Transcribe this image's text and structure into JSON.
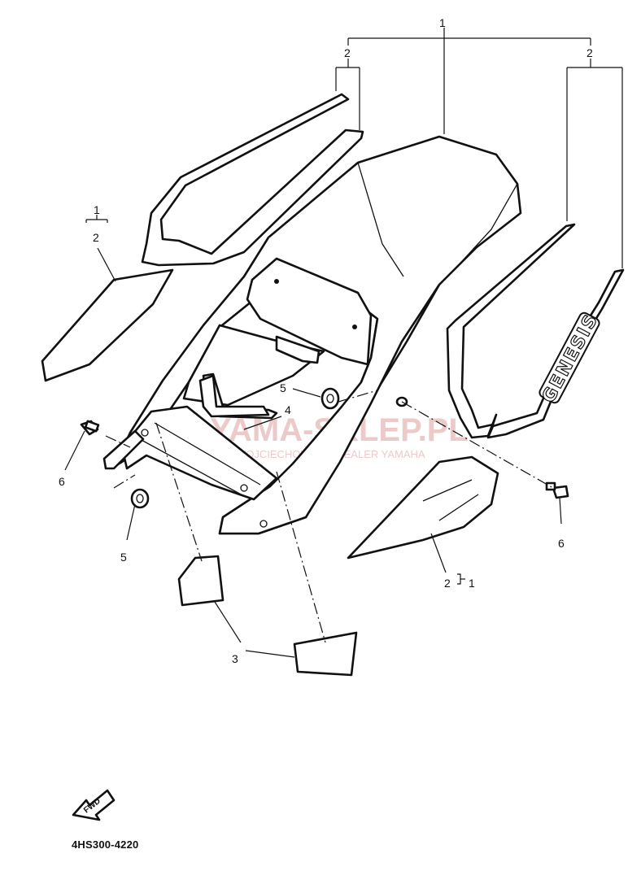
{
  "diagram_code": "4HS300-4220",
  "fwd_label": "FWD",
  "decal_text": "GENESIS",
  "watermark": {
    "title": "YAMA-SKLEP.PL",
    "subtitle": "WOJCIECHOWICZ | DEALER YAMAHA"
  },
  "callouts": {
    "top_1": "1",
    "top_2_left": "2",
    "top_2_right": "2",
    "left_1": "1",
    "left_2": "2",
    "bottom_2": "2",
    "bottom_1": "1",
    "item_3": "3",
    "item_4": "4",
    "item_5_upper": "5",
    "item_5_lower": "5",
    "item_6_left": "6",
    "item_6_right": "6"
  }
}
